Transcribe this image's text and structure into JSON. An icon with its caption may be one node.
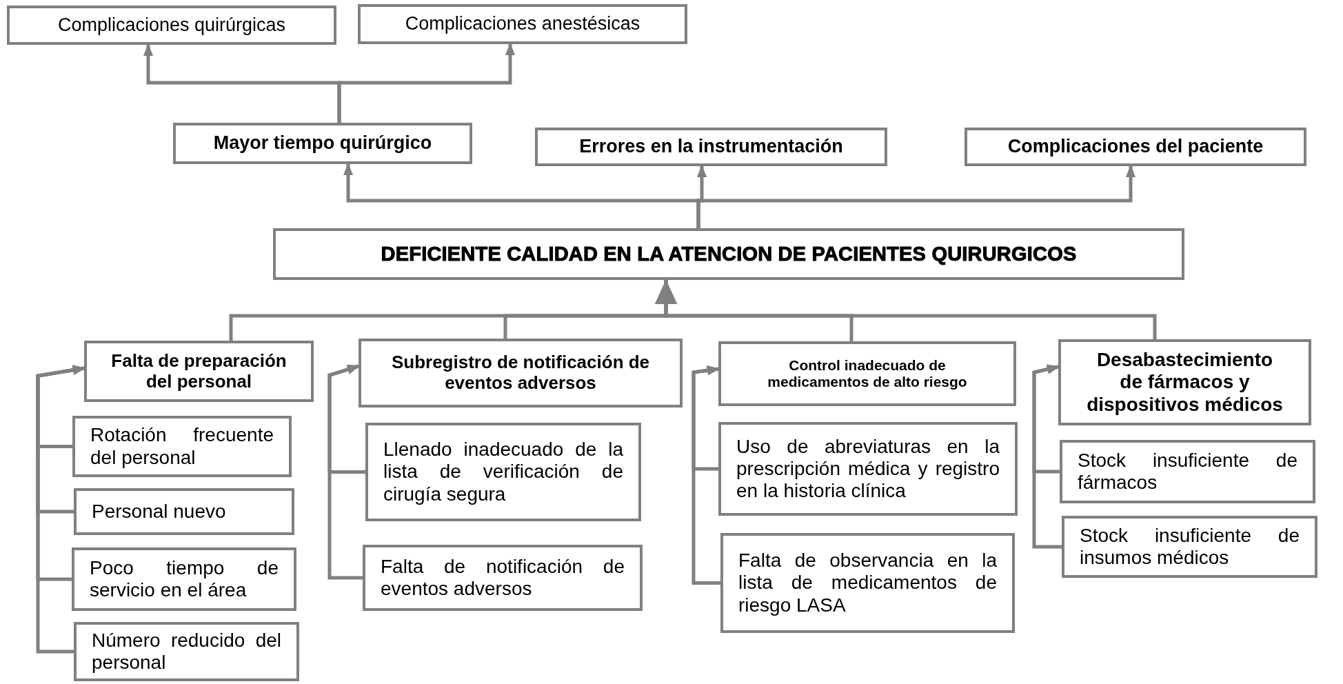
{
  "diagram": {
    "nodes": [
      {
        "text": [
          "Complicaciones quirúrgicas"
        ]
      },
      {
        "text": [
          "Complicaciones anestésicas"
        ]
      },
      {
        "text": [
          "Mayor tiempo quirúrgico"
        ]
      },
      {
        "text": [
          "Errores en la instrumentación"
        ]
      },
      {
        "text": [
          "Complicaciones del paciente"
        ]
      },
      {
        "text": [
          "DEFICIENTE CALIDAD EN LA ATENCION DE PACIENTES QUIRURGICOS"
        ]
      },
      {
        "text": [
          "Falta de preparación del personal"
        ]
      },
      {
        "text": [
          "Rotación frecuente del personal"
        ]
      },
      {
        "text": [
          "Personal nuevo"
        ]
      },
      {
        "text": [
          "Poco tiempo de servicio en el área"
        ]
      },
      {
        "text": [
          "Número reducido del personal"
        ]
      },
      {
        "text": [
          "Subregistro de notificación de eventos adversos"
        ]
      },
      {
        "text": [
          "Llenado inadecuado de la lista de verificación de cirugía segura"
        ]
      },
      {
        "text": [
          "Falta de notificación de eventos adversos"
        ]
      },
      {
        "text": [
          "Control inadecuado de medicamentos de alto riesgo"
        ]
      },
      {
        "text": [
          "Uso de abreviaturas en la prescripción médica y registro en la historia clínica"
        ]
      },
      {
        "text": [
          "Falta de observancia en la lista de medicamentos de riesgo LASA"
        ]
      },
      {
        "text": [
          "Desabastecimiento de fármacos y dispositivos médicos"
        ]
      },
      {
        "text": [
          "Stock insuficiente de fármacos"
        ]
      },
      {
        "text": [
          "Stock insuficiente de insumos médicos"
        ]
      }
    ],
    "edges": [
      {
        "from": 2,
        "to": 0,
        "arrow": "to"
      },
      {
        "from": 2,
        "to": 1,
        "arrow": "to"
      },
      {
        "from": 5,
        "to": 2,
        "arrow": "to"
      },
      {
        "from": 5,
        "to": 3,
        "arrow": "to"
      },
      {
        "from": 5,
        "to": 4,
        "arrow": "to"
      },
      {
        "from": 6,
        "to": 5,
        "arrow": "to"
      },
      {
        "from": 11,
        "to": 5,
        "arrow": "to"
      },
      {
        "from": 14,
        "to": 5,
        "arrow": "to"
      },
      {
        "from": 17,
        "to": 5,
        "arrow": "to"
      },
      {
        "from": 7,
        "to": 6,
        "arrow": "to"
      },
      {
        "from": 8,
        "to": 6,
        "arrow": "to"
      },
      {
        "from": 9,
        "to": 6,
        "arrow": "to"
      },
      {
        "from": 10,
        "to": 6,
        "arrow": "to"
      },
      {
        "from": 12,
        "to": 11,
        "arrow": "to"
      },
      {
        "from": 13,
        "to": 11,
        "arrow": "to"
      },
      {
        "from": 15,
        "to": 14,
        "arrow": "to"
      },
      {
        "from": 16,
        "to": 14,
        "arrow": "to"
      },
      {
        "from": 18,
        "to": 17,
        "arrow": "to"
      },
      {
        "from": 19,
        "to": 17,
        "arrow": "to"
      }
    ]
  }
}
